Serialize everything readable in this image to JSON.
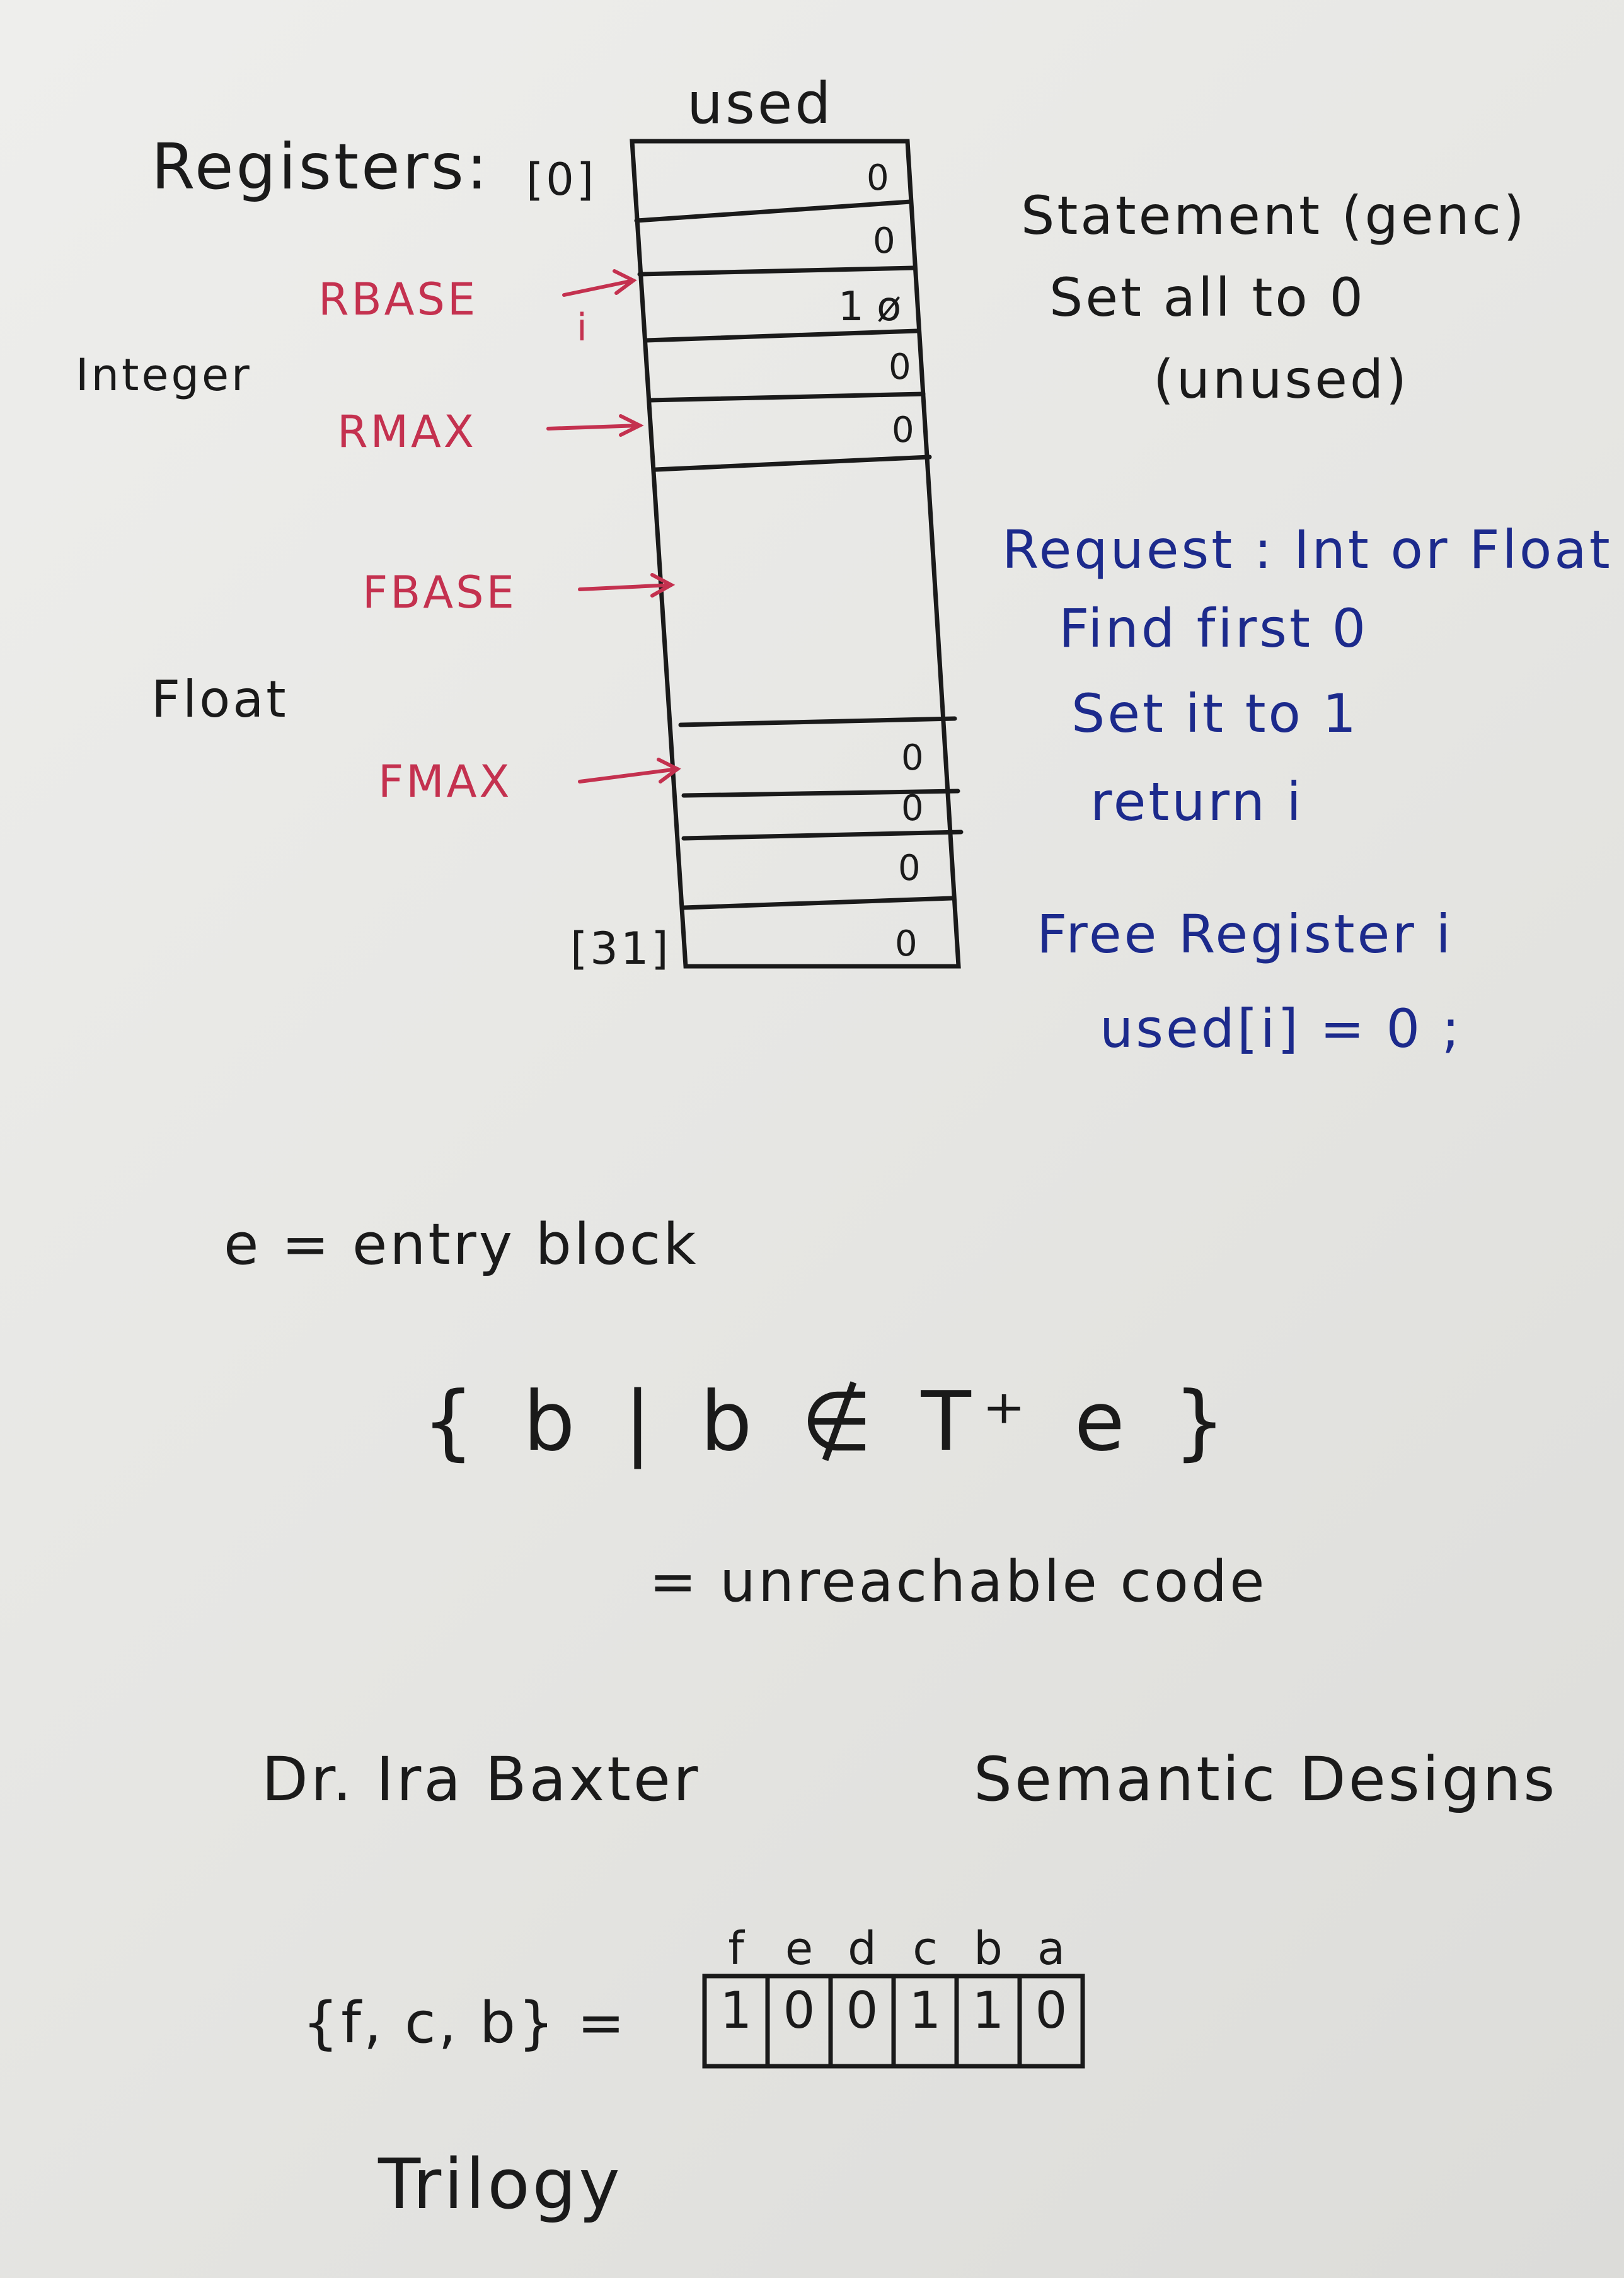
{
  "registers": {
    "column_header": "used",
    "title": "Registers:",
    "first_index": "[0]",
    "last_index": "[31]",
    "integer_values": [
      "0",
      "0",
      "1 ø",
      "0",
      "0"
    ],
    "float_values": [
      "0",
      "0",
      "0",
      "0"
    ],
    "labels": {
      "integer": "Integer",
      "float": "Float",
      "rbase": "RBASE",
      "rmax": "RMAX",
      "fbase": "FBASE",
      "fmax": "FMAX",
      "index_i": "i"
    }
  },
  "statement_note": [
    "Statement (genc)",
    "Set all to 0",
    "(unused)"
  ],
  "request_note": [
    "Request : Int or Float",
    "Find first 0",
    "Set it to 1",
    "return i"
  ],
  "free_note": [
    "Free Register i",
    "used[i] = 0 ;"
  ],
  "entry_def": "e = entry block",
  "set_expr": "{ b | b ∉ T⁺ e }",
  "unreachable": "= unreachable code",
  "author": "Dr. Ira Baxter",
  "company": "Semantic Designs",
  "bitset": {
    "expr": "{f, c, b} =",
    "headers": [
      "f",
      "e",
      "d",
      "c",
      "b",
      "a"
    ],
    "bits": [
      "1",
      "0",
      "0",
      "1",
      "1",
      "0"
    ]
  },
  "footer": "Trilogy",
  "colors": {
    "red": "#c4314f",
    "blue": "#1c2a8c",
    "ink": "#1a1a1a"
  }
}
